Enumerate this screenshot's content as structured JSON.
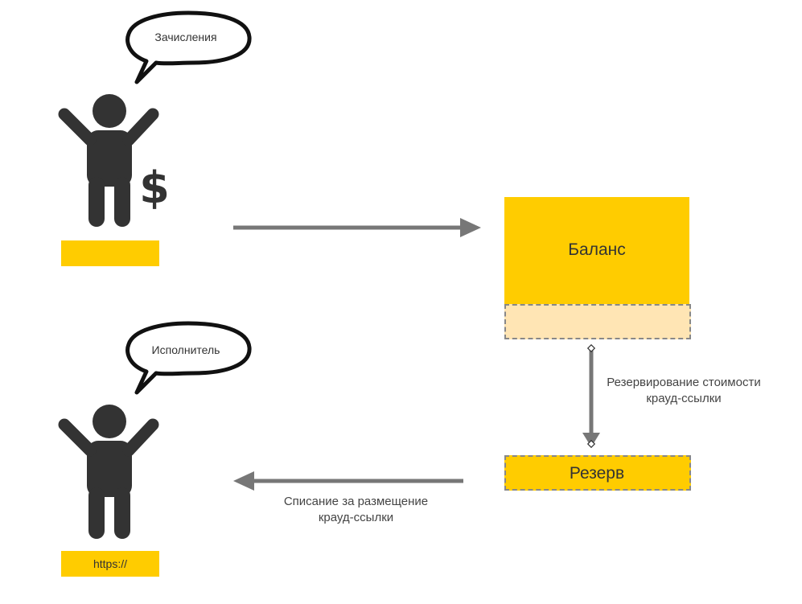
{
  "colors": {
    "accent_yellow": "#ffcc00",
    "reserve_light": "#ffe5b4",
    "figure_dark": "#333333",
    "arrow_gray": "#777777"
  },
  "top_actor": {
    "bubble_text": "Зачисления",
    "icon": "person-with-dollar-icon"
  },
  "bottom_actor": {
    "bubble_text": "Исполнитель",
    "label": "https://",
    "icon": "person-icon"
  },
  "balance_box": {
    "label": "Баланс"
  },
  "reserve_box": {
    "label": "Резерв"
  },
  "arrows": {
    "reserve_caption": [
      "Резервирование стоимости",
      "крауд-ссылки"
    ],
    "payout_caption": [
      "Списание за размещение",
      "крауд-ссылки"
    ]
  }
}
